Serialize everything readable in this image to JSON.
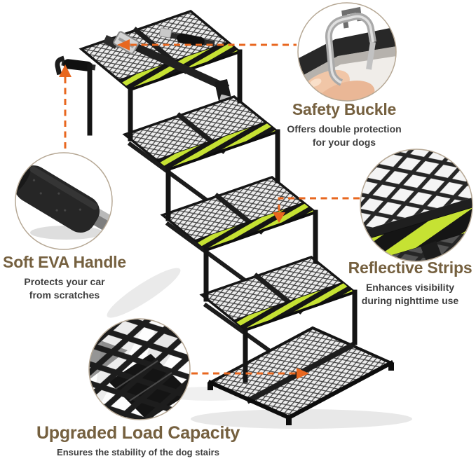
{
  "colors": {
    "accent-orange": "#E8671F",
    "heading-brown": "#75603F",
    "body-text": "#3F3F3F",
    "reflective-green": "#C6E233",
    "frame-black": "#1A1A1A"
  },
  "features": [
    {
      "id": "safety-buckle",
      "title": "Safety Buckle",
      "desc_line1": "Offers double protection",
      "desc_line2": "for your dogs"
    },
    {
      "id": "soft-eva-handle",
      "title": "Soft EVA Handle",
      "desc_line1": "Protects your car",
      "desc_line2": "from scratches"
    },
    {
      "id": "reflective-strips",
      "title": "Reflective Strips",
      "desc_line1": "Enhances visibility",
      "desc_line2": "during nighttime use"
    },
    {
      "id": "upgraded-load-capacity",
      "title": "Upgraded Load Capacity",
      "desc_line1": "Ensures the stability of the dog stairs",
      "desc_line2": ""
    }
  ]
}
